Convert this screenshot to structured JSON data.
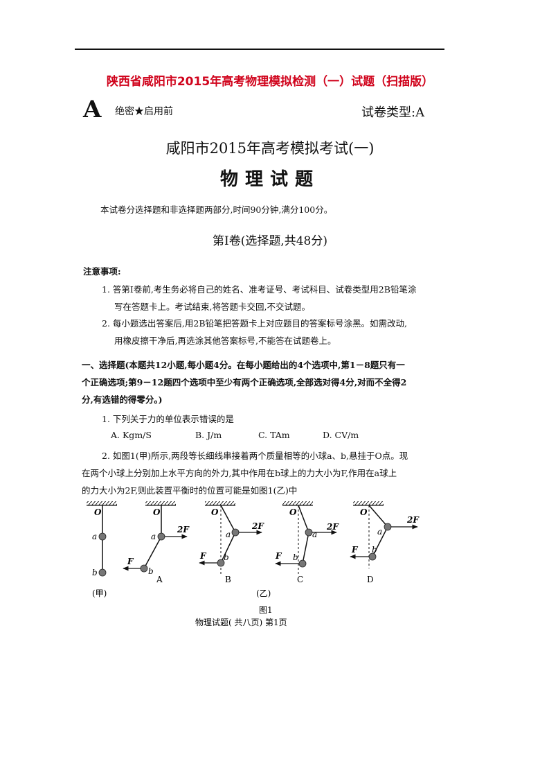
{
  "header": {
    "red_title": "陕西省咸阳市2015年高考物理模拟检测（一）试题（扫描版）",
    "big_letter": "A",
    "secret_label": "绝密★启用前",
    "paper_type": "试卷类型:A"
  },
  "exam": {
    "title": "咸阳市2015年高考模拟考试(一)",
    "subject": "物理试题",
    "intro": "本试卷分选择题和非选择题两部分,时间90分钟,满分100分。",
    "part_title": "第Ⅰ卷(选择题,共48分)"
  },
  "notes": {
    "heading": "注意事项:",
    "items": [
      [
        "1. 答第Ⅰ卷前,考生务必将自己的姓名、准考证号、考试科目、试卷类型用2B铅笔涂",
        "写在答题卡上。考试结束,将答题卡交回,不交试题。"
      ],
      [
        "2. 每小题选出答案后,用2B铅笔把答题卡上对应题目的答案标号涂黑。如需改动,",
        "用橡皮擦干净后,再选涂其他答案标号,不能答在试题卷上。"
      ]
    ]
  },
  "section": {
    "lines": [
      "一、选择题(本题共12小题,每小题4分。在每小题给出的4个选项中,第1－8题只有一",
      "个正确选项;第9－12题四个选项中至少有两个正确选项,全部选对得4分,对而不全得2",
      "分,有选错的得零分。)"
    ]
  },
  "questions": {
    "q1": {
      "stem": "1. 下列关于力的单位表示错误的是",
      "options": [
        "A. Kgm/S",
        "B. J/m",
        "C. TAm",
        "D. CV/m"
      ]
    },
    "q2": {
      "lines": [
        "2. 如图1(甲)所示,两段等长细线串接着两个质量相等的小球a、b,悬挂于O点。现",
        "在两个小球上分别加上水平方向的外力,其中作用在b球上的力大小为F,作用在a球上",
        "的力大小为2F,则此装置平衡时的位置可能是如图1(乙)中"
      ]
    }
  },
  "figure": {
    "labels": {
      "O": "O",
      "a": "a",
      "b": "b",
      "F": "F",
      "F2": "2F",
      "A": "A",
      "B": "B",
      "C": "C",
      "D": "D",
      "jia": "(甲)",
      "yi": "(乙)"
    },
    "caption": "图1"
  },
  "footer": "物理试题( 共八页) 第1页"
}
